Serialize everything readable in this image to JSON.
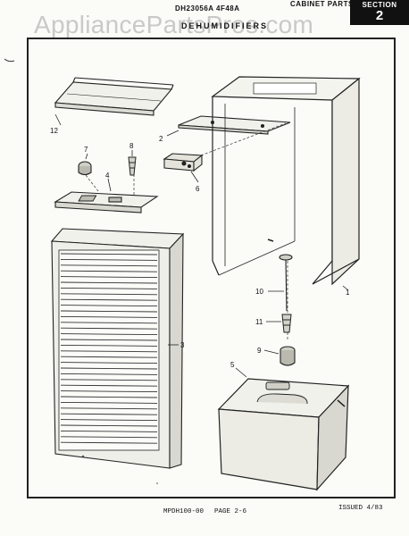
{
  "header": {
    "model": "DH23056A   4F48A",
    "title": "DEHUMIDIFIERS",
    "cabinet_parts": "CABINET PARTS",
    "section_label": "SECTION",
    "section_number": "2"
  },
  "watermark": "AppliancePartsPros.com",
  "callouts": {
    "c1": "1",
    "c2": "2",
    "c3": "3",
    "c4": "4",
    "c5": "5",
    "c6": "6",
    "c7": "7",
    "c8": "8",
    "c9": "9",
    "c10": "10",
    "c11": "11",
    "c12": "12"
  },
  "footer": {
    "code": "MPDH100-00",
    "page": "PAGE 2-6",
    "issued": "ISSUED 4/83"
  }
}
